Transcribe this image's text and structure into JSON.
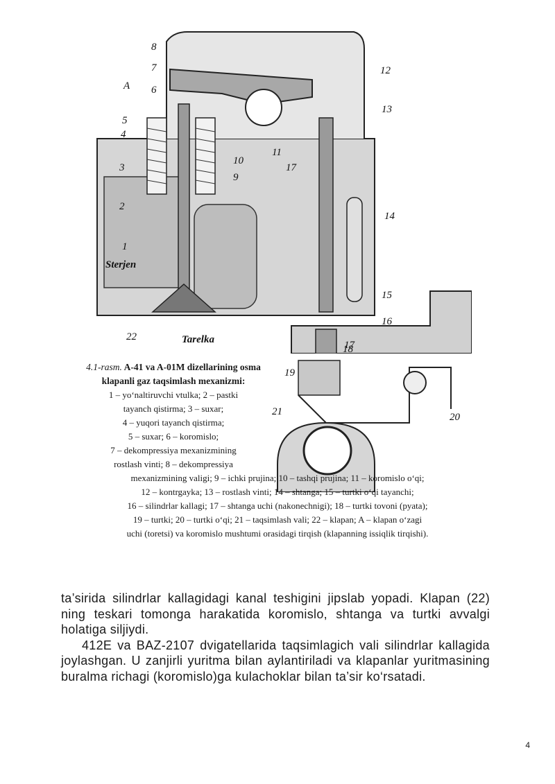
{
  "figure": {
    "labels": {
      "l1": "1",
      "l2": "2",
      "l3": "3",
      "l4": "4",
      "l5": "5",
      "l6": "6",
      "l7": "7",
      "l8": "8",
      "l9": "9",
      "l10": "10",
      "l11": "11",
      "l12": "12",
      "l13": "13",
      "l14": "14",
      "l15": "15",
      "l16": "16",
      "l17": "17",
      "l17b": "17",
      "l18": "18",
      "l19": "19",
      "l20": "20",
      "l21": "21",
      "l22": "22",
      "lA": "A",
      "sterjen": "Sterjen",
      "tarelka": "Tarelka"
    }
  },
  "caption": {
    "number": "4.1-rasm.",
    "title": "A-41 va A-01M dizellarining osma klapanli gaz taqsimlash mexanizmi:",
    "narrow_lines": [
      "1 – yo‘naltiruvchi vtulka; 2 – pastki",
      "tayanch qistirma; 3 – suxar;",
      "4 – yuqori tayanch qistirma;",
      "5 – suxar; 6 – koromislo;",
      "7 – dekompressiya mexanizmining",
      "rostlash vinti; 8 – dekompressiya"
    ],
    "wide_lines": [
      "mexanizmining valigi; 9 – ichki prujina; 10 – tashqi prujina; 11 – koromislo o‘qi;",
      "12 – kontrgayka; 13 – rostlash vinti; 14 – shtanga; 15 – turtki o‘qi tayanchi;",
      "16 – silindrlar kallagi; 17 – shtanga uchi (nakonechnigi); 18 – turtki tovoni (pyata);",
      "19 – turtki; 20 – turtki o‘qi; 21 – taqsimlash vali; 22 – klapan; A – klapan o‘zagi",
      "uchi (toretsi) va koromislo mushtumi orasidagi tirqish (klapanning issiqlik tirqishi)."
    ]
  },
  "body": {
    "p1": "ta’sirida silindrlar kallagidagi kanal teshigini jipslab yopadi. Klapan (22) ning teskari tomonga harakatida koromislo, shtanga va turtki avvalgi holatiga siljiydi.",
    "p2": "412E va BAZ-2107 dvigatellarida taqsimlagich vali silindrlar kallagida joylashgan. U zanjirli yuritma bilan aylantiriladi va klapanlar yuritmasining buralma richagi (koromislo)ga kulachoklar bilan ta’sir ko‘rsatadi."
  },
  "page_number": "4"
}
